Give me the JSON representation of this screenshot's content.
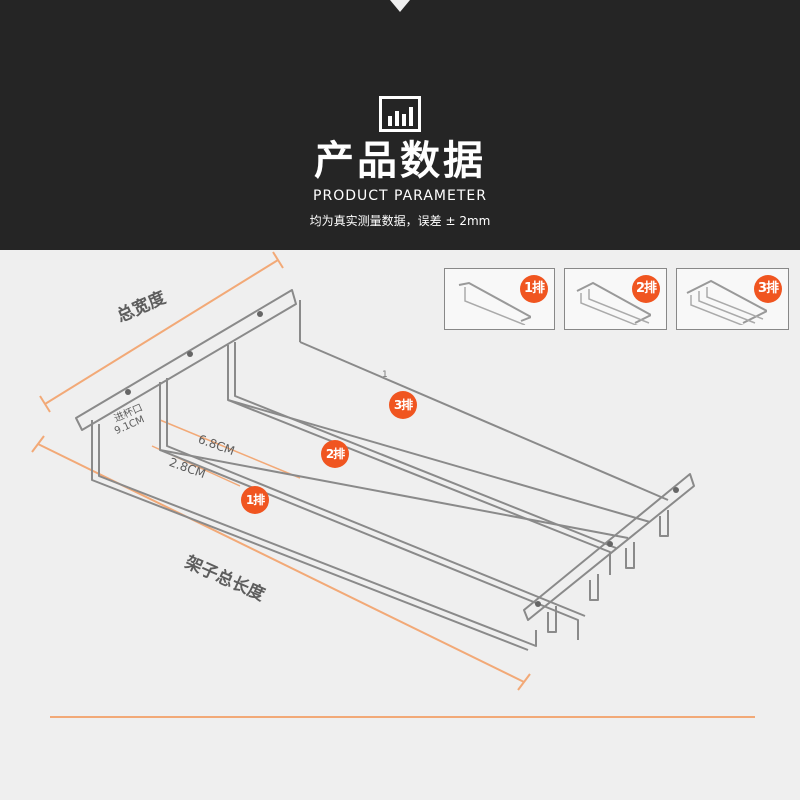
{
  "header": {
    "title_cn": "产品数据",
    "title_en": "PRODUCT PARAMETER",
    "note": "均为真实测量数据，误差 ± 2mm",
    "icon": "bar-chart-icon",
    "bg_color": "#252525"
  },
  "variants": [
    {
      "label": "1排",
      "rows": 1
    },
    {
      "label": "2排",
      "rows": 2
    },
    {
      "label": "3排",
      "rows": 3
    }
  ],
  "diagram": {
    "width_label": "总宽度",
    "length_label": "架子总长度",
    "mouth_label": "进杯口",
    "mouth_value": "9.1CM",
    "spacing_1": "6.8CM",
    "spacing_2": "2.8CM",
    "marker": "1",
    "row_badges": [
      "3排",
      "2排",
      "1排"
    ]
  },
  "colors": {
    "accent": "#f05520",
    "line": "#f2a977",
    "text": "#5d5d5d"
  }
}
